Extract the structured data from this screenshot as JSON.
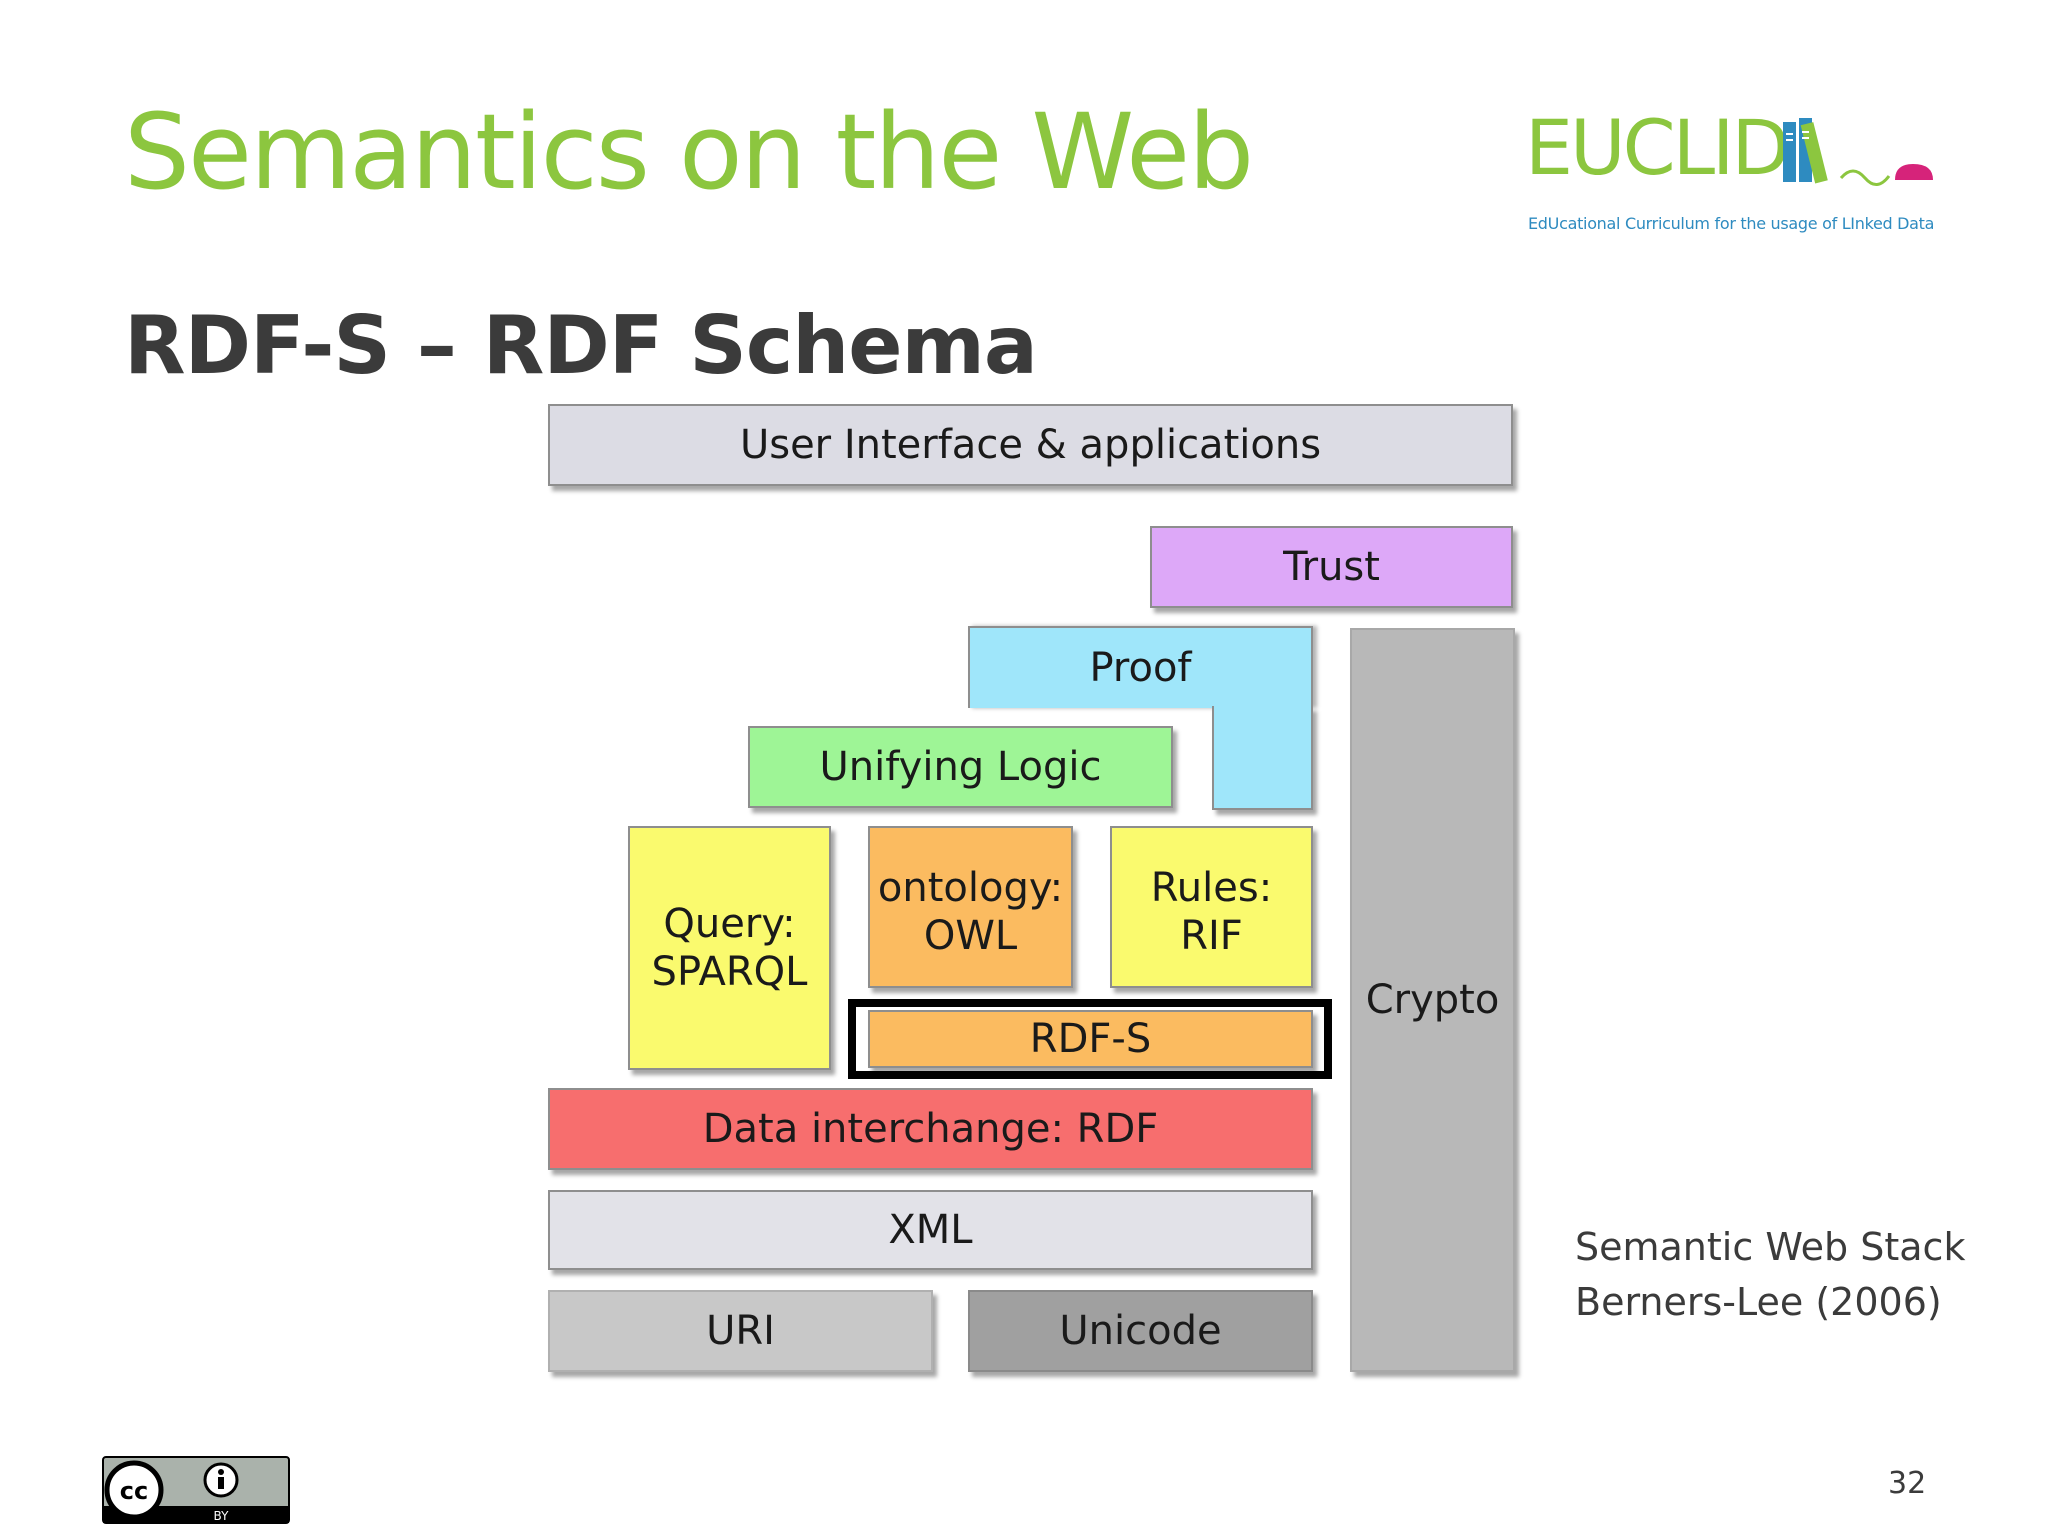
{
  "slide": {
    "title": "Semantics on the Web",
    "subtitle": "RDF-S – RDF Schema",
    "page_number": "32"
  },
  "logo": {
    "wordmark": "EUCLID",
    "tagline": "EdUcational Curriculum for the usage of LInked Data",
    "colors": {
      "text": "#8cc63f",
      "books": [
        "#2e8bc0",
        "#8cc63f"
      ],
      "mouse": "#d6237a"
    }
  },
  "caption": {
    "line1": "Semantic Web Stack",
    "line2": "Berners-Lee (2006)"
  },
  "license": {
    "icon": "cc-by-icon",
    "badge_text": "BY"
  },
  "stack": {
    "layers": [
      {
        "id": "ui",
        "label": "User Interface & applications",
        "color": "#dcdce4"
      },
      {
        "id": "trust",
        "label": "Trust",
        "color": "#dda8f8"
      },
      {
        "id": "proof",
        "label": "Proof",
        "color": "#9fe6fa"
      },
      {
        "id": "logic",
        "label": "Unifying Logic",
        "color": "#9ef596"
      },
      {
        "id": "query",
        "label": "Query:\nSPARQL",
        "color": "#fafa6e"
      },
      {
        "id": "owl",
        "label": "ontology:\nOWL",
        "color": "#fbbb60"
      },
      {
        "id": "rules",
        "label": "Rules:\nRIF",
        "color": "#fafa6e"
      },
      {
        "id": "rdfs",
        "label": "RDF-S",
        "color": "#fbbb60",
        "highlighted": true
      },
      {
        "id": "rdf",
        "label": "Data interchange: RDF",
        "color": "#f76e6e"
      },
      {
        "id": "xml",
        "label": "XML",
        "color": "#e2e2e8"
      },
      {
        "id": "uri",
        "label": "URI",
        "color": "#c8c8c8"
      },
      {
        "id": "unicode",
        "label": "Unicode",
        "color": "#a0a0a0"
      },
      {
        "id": "crypto",
        "label": "Crypto",
        "color": "#b8b8b8"
      }
    ]
  }
}
